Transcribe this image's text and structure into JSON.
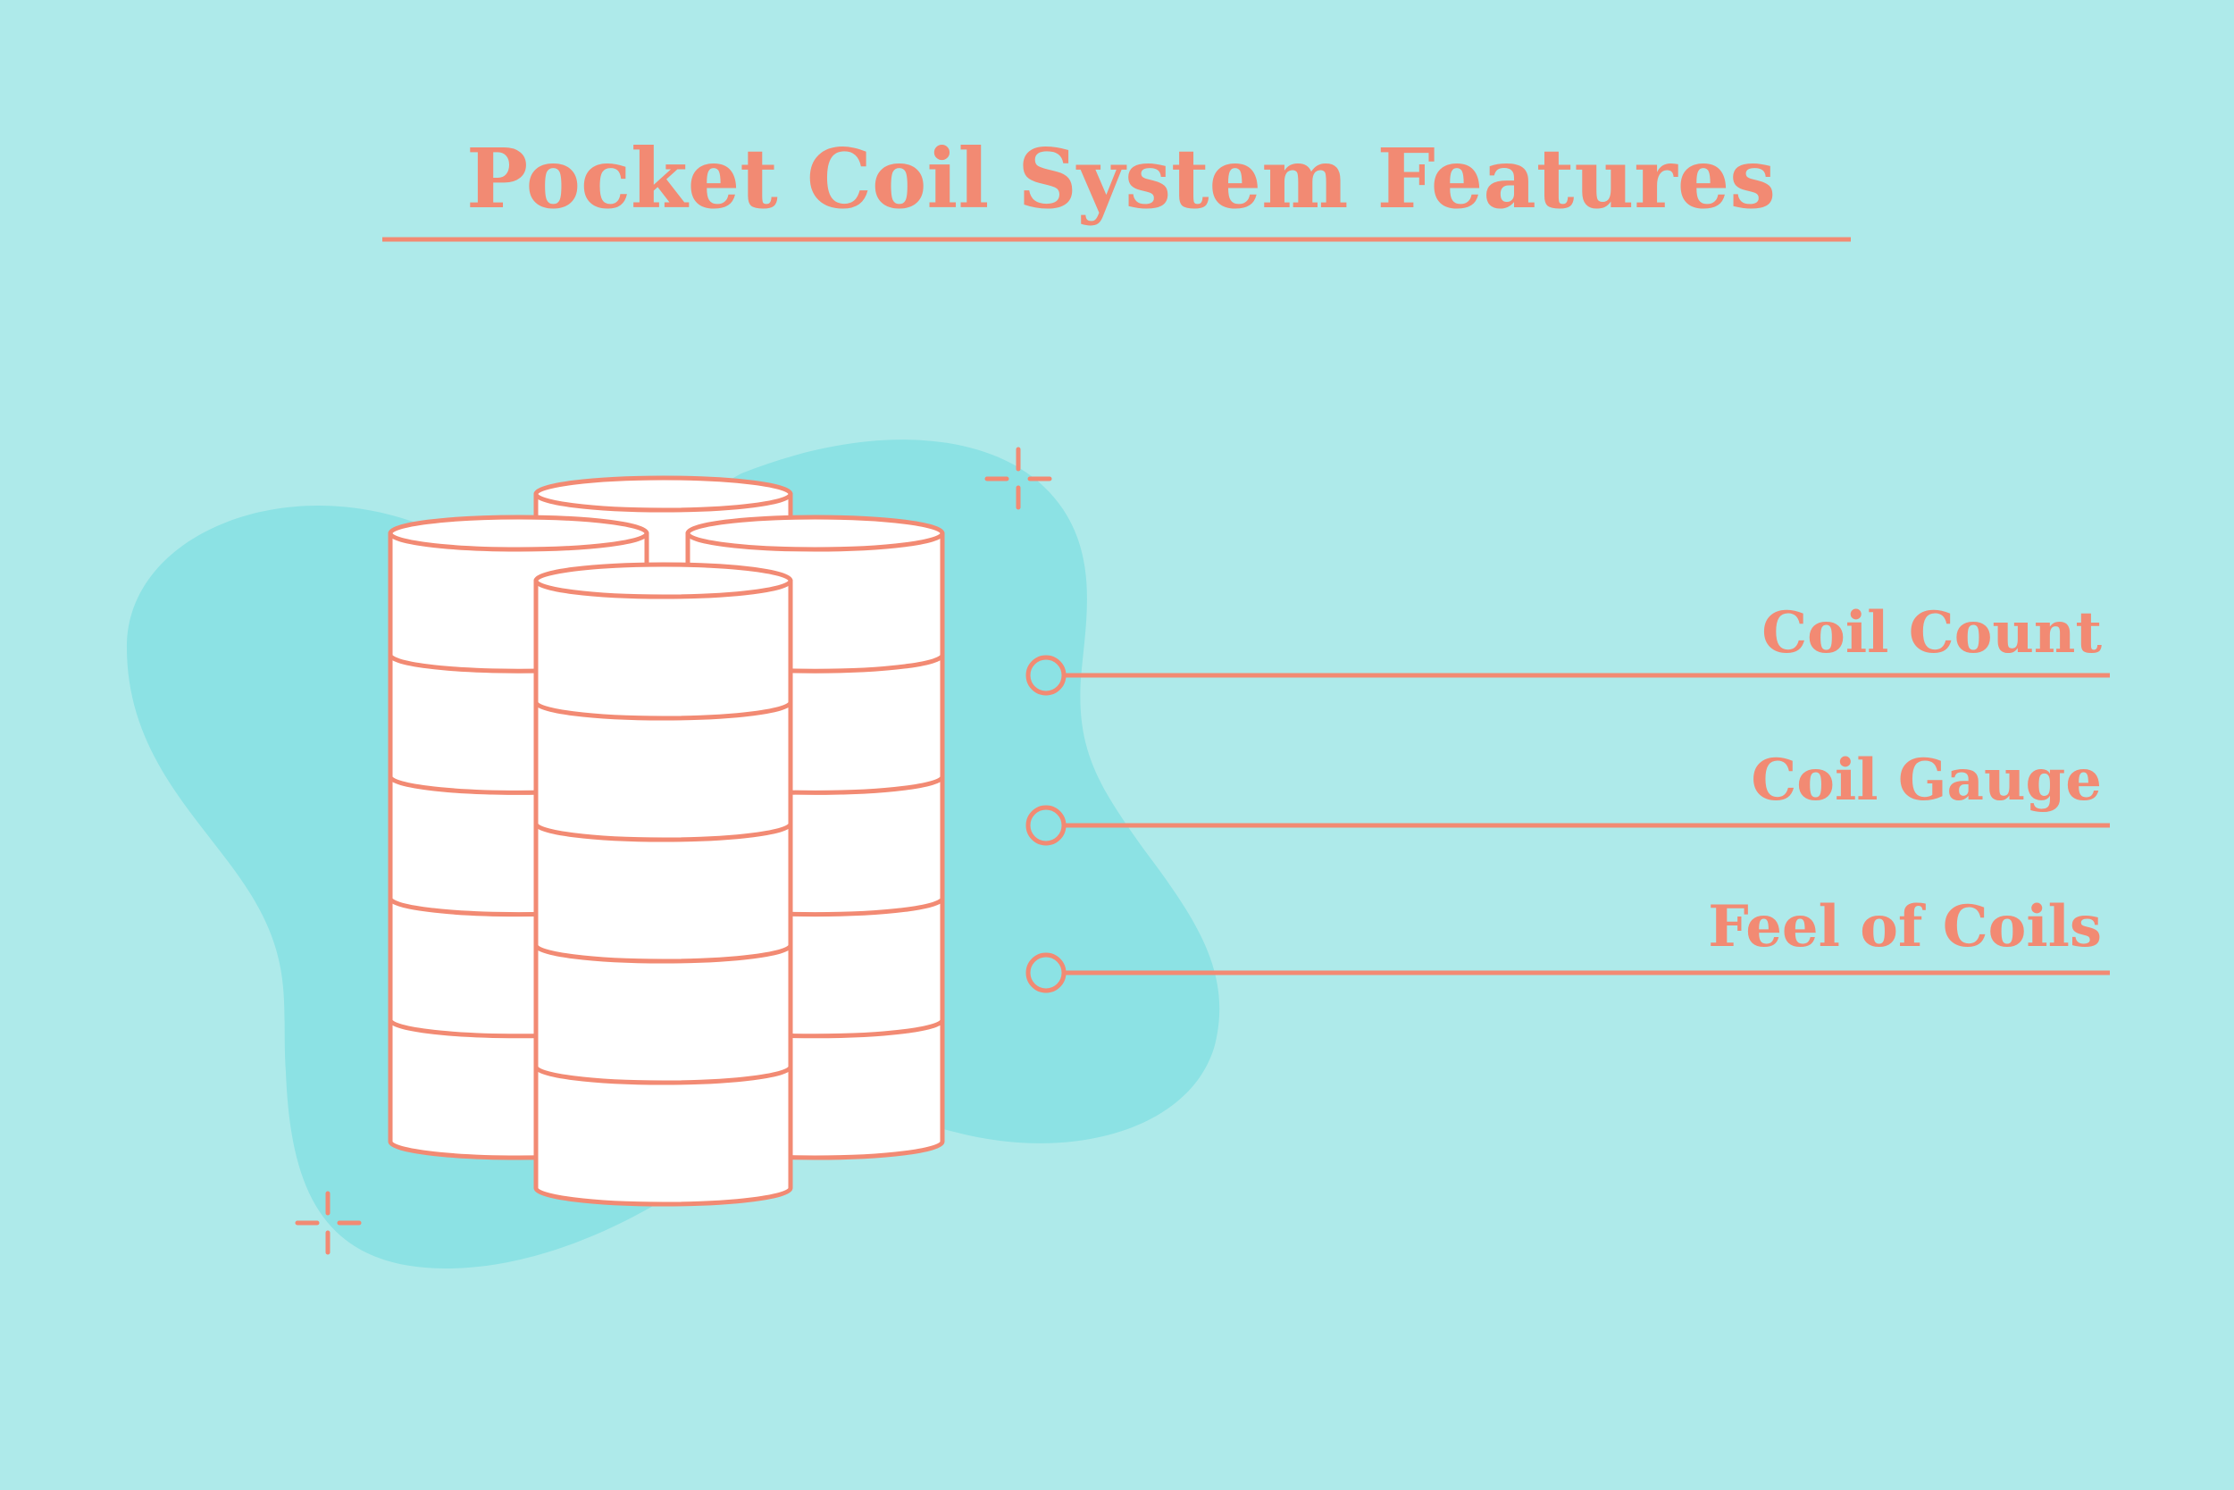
{
  "title": "Pocket Coil System Features",
  "features": [
    {
      "label": "Coil Count"
    },
    {
      "label": "Coil Gauge"
    },
    {
      "label": "Feel of Coils"
    }
  ],
  "colors": {
    "background": "#aeeaea",
    "blob": "#8ce2e4",
    "accent": "#f28a73",
    "coil_fill": "#ffffff"
  },
  "icons": [
    "coil-stack-icon",
    "sparkle-icon"
  ]
}
